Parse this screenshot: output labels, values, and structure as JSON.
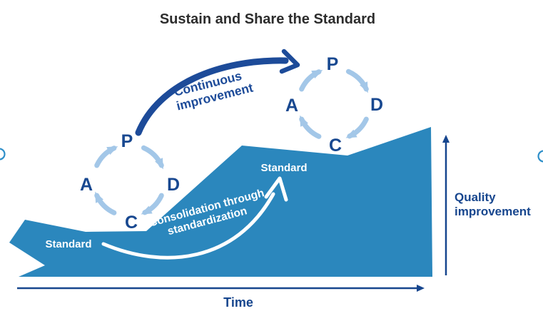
{
  "title": "Sustain and Share the Standard",
  "pdca": {
    "plan": "P",
    "do": "D",
    "check": "C",
    "act": "A"
  },
  "labels": {
    "continuous_improvement": [
      "Continuous",
      "improvement"
    ],
    "consolidation": [
      "Consolidation through",
      "standardization"
    ],
    "standard_left": "Standard",
    "standard_right": "Standard",
    "quality_improvement": [
      "Quality",
      "improvement"
    ],
    "time": "Time"
  },
  "icons": {
    "pdca_arc": "clockwise-curved-arrow",
    "continuous_improvement_arrow": "thick-curved-arrow-up-right",
    "consolidation_arrow": "white-curved-arrow-up",
    "quality_axis": "vertical-arrow-up",
    "time_axis": "horizontal-arrow-right"
  },
  "colors": {
    "navy": "#1d4b99",
    "letter_navy": "#184890",
    "axis_navy": "#17468e",
    "light_blue": "#a3c7e8",
    "ramp_blue": "#2b87bd",
    "title": "#2d2d2d",
    "white_text": "#ffffff"
  }
}
